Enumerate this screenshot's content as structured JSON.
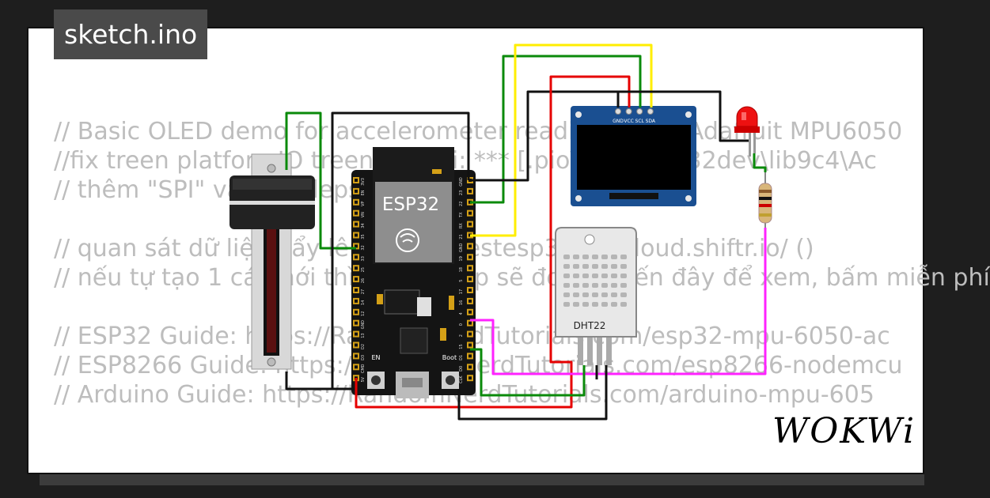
{
  "header": {
    "sketch_title": "sketch.ino"
  },
  "code_lines": [
    "// Basic OLED demo for accelerometer readings from Adafruit MPU6050",
    "//fix treen platformIO treen loi: Loi: *** [.pio\\build\\esp32dev\\lib9c4\\Ac",
    "// thêm \"SPI\" vào lib_deps",
    "",
    "// quan sát dữ liệu đẩy lên https://testesp32-6h.cloud.shiftr.io/ ()",
    "// nếu tự tạo 1 cái mới thì đăng nhập sẽ đc dẫn đến đây để xem, bấm miễn phí",
    "",
    "// ESP32 Guide: https://RandomNerdTutorials.com/esp32-mpu-6050-ac",
    "// ESP8266 Guide: https://RandomNerdTutorials.com/esp8266-nodemcu",
    "// Arduino Guide: https://RandomNerdTutorials.com/arduino-mpu-605"
  ],
  "components": {
    "esp32_label": "ESP32",
    "oled_pins": [
      "GND",
      "VCC",
      "SCL",
      "SDA"
    ],
    "dht_label": "DHT22",
    "board_buttons": [
      "EN",
      "Boot"
    ],
    "esp_left_pins": [
      "3V3",
      "EN",
      "VP",
      "VN",
      "34",
      "35",
      "32",
      "33",
      "25",
      "26",
      "27",
      "14",
      "12",
      "GND",
      "13",
      "D2",
      "D3",
      "CMD",
      "5V"
    ],
    "esp_right_pins": [
      "GND",
      "23",
      "22",
      "TX",
      "RX",
      "21",
      "GND",
      "19",
      "18",
      "5",
      "17",
      "16",
      "4",
      "0",
      "2",
      "15",
      "D1",
      "D0",
      "CLK"
    ]
  },
  "wire_colors": {
    "green": "#0a8a0a",
    "black": "#111111",
    "red": "#e60000",
    "yellow": "#ffee00",
    "magenta": "#ff22ff"
  },
  "brand": {
    "logo_text": "WOKWi"
  }
}
